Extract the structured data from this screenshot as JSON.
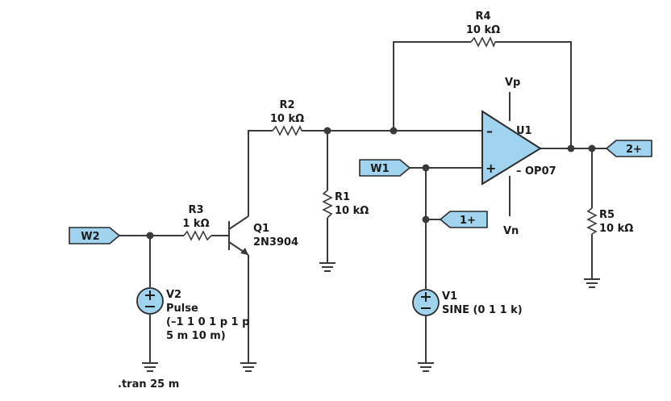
{
  "components": {
    "r4": {
      "name": "R4",
      "value": "10 kΩ"
    },
    "r2": {
      "name": "R2",
      "value": "10 kΩ"
    },
    "r1": {
      "name": "R1",
      "value": "10 kΩ"
    },
    "r3": {
      "name": "R3",
      "value": "1 kΩ"
    },
    "r5": {
      "name": "R5",
      "value": "10 kΩ"
    },
    "q1": {
      "name": "Q1",
      "model": "2N3904"
    },
    "u1": {
      "name": "U1",
      "model": "OP07",
      "minus": "–",
      "plus": "+",
      "model_prefix": "–"
    },
    "v1": {
      "name": "V1",
      "spec": "SINE (0 1 1 k)"
    },
    "v2": {
      "name": "V2",
      "spec_line1": "Pulse",
      "spec_line2": "(–1 1 0 1 p 1 p",
      "spec_line3": "5 m 10 m)"
    }
  },
  "supplies": {
    "vp": "Vp",
    "vn": "Vn"
  },
  "net_labels": {
    "w1": "W1",
    "w2": "W2",
    "probe1": "1+",
    "probe2": "2+"
  },
  "directive": ".tran 25 m",
  "colors": {
    "fill": "#9fd3ee",
    "wire": "#3a3a3a",
    "text": "#1a1a1a"
  }
}
